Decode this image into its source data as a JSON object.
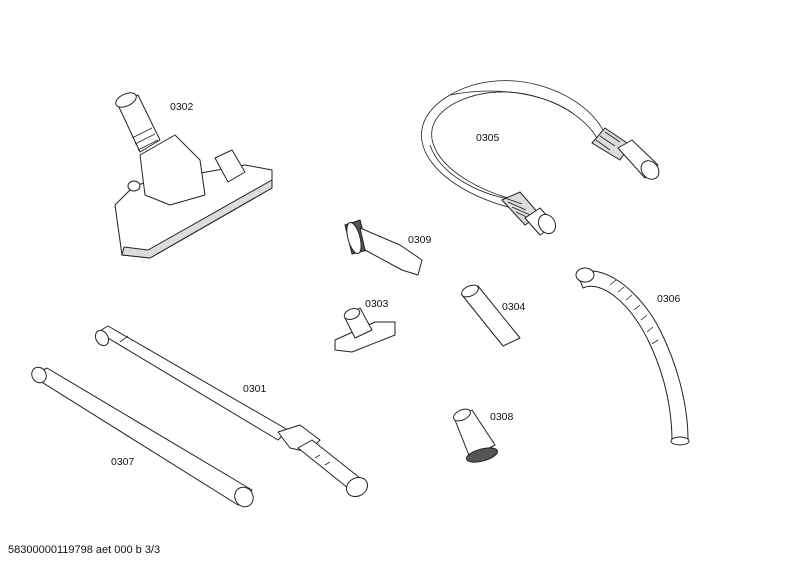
{
  "labels": {
    "p0301": "0301",
    "p0302": "0302",
    "p0303": "0303",
    "p0304": "0304",
    "p0305": "0305",
    "p0306": "0306",
    "p0307": "0307",
    "p0308": "0308",
    "p0309": "0309"
  },
  "footer": "58300000119798 aet 000 b 3/3"
}
